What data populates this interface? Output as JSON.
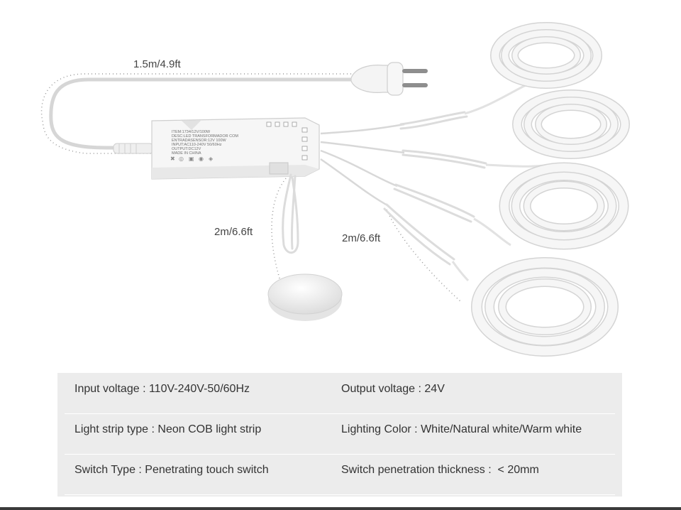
{
  "dimensions": {
    "power_cord": "1.5m/4.9ft",
    "sensor_cable": "2m/6.6ft",
    "strip_cable": "2m/6.6ft"
  },
  "driver_label": {
    "lines": [
      "ITEM:1734/12V/100W",
      "DESC:LED TRANSFORMADOR COM",
      "ENTRADASENSOR:12V 100W",
      "INPUT:AC110-240V 50/60Hz",
      "OUTPUT:DC12V",
      "MADE IN CHINA"
    ]
  },
  "specs": [
    {
      "left": "Input voltage : 110V-240V-50/60Hz",
      "right": "Output voltage : 24V"
    },
    {
      "left": "Light strip type : Neon COB light strip",
      "right": "Lighting Color : White/Natural white/Warm white"
    },
    {
      "left": "Switch Type : Penetrating touch switch",
      "right": "Switch penetration thickness :  < 20mm"
    }
  ],
  "colors": {
    "panel": "#ececec",
    "strip": "#f3f3f3",
    "outline": "#cfcfcf"
  }
}
